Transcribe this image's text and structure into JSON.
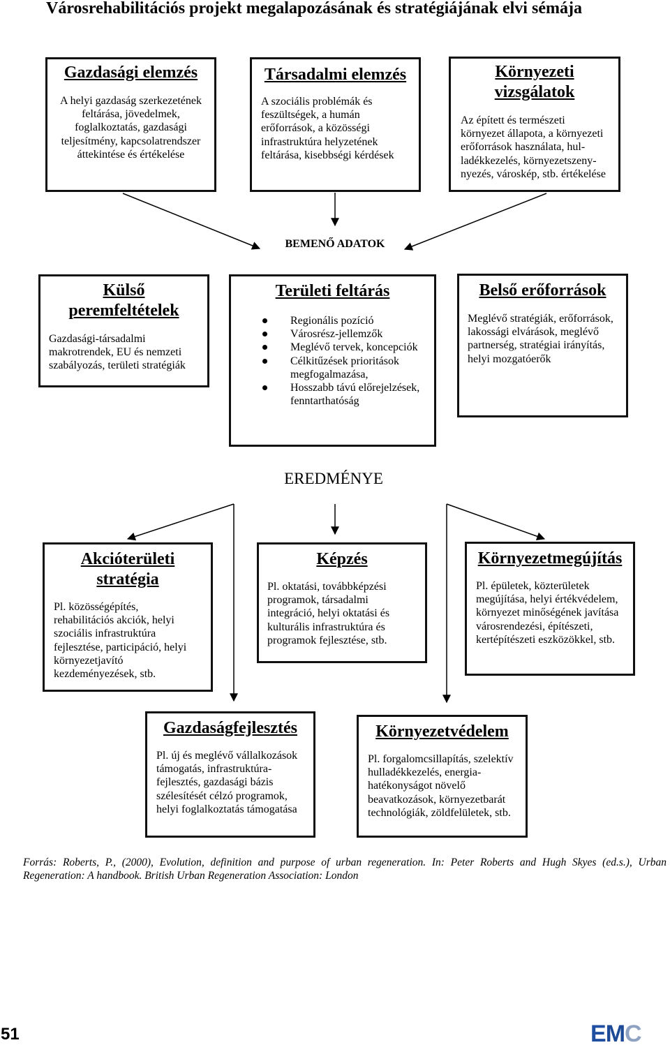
{
  "document": {
    "title": "Városrehabilitációs projekt megalapozásának és stratégiájának elvi sémája",
    "page_number": "51",
    "logo": {
      "letters": [
        "E",
        "M",
        "C"
      ],
      "colors": [
        "#1f4fa0",
        "#1d4a97",
        "#8fa2c2"
      ]
    }
  },
  "diagram": {
    "analyses": [
      {
        "title_lines": [
          "Gazdasági elemzés"
        ],
        "lines": [
          "A helyi gazdaság szerkezetének",
          "feltárása, jövedelmek,",
          "foglalkoztatás, gazdasági",
          "teljesítmény, kapcsolatrendszer",
          "áttekintése és értékelése"
        ]
      },
      {
        "title_lines": [
          "Társadalmi elemzés"
        ],
        "lines": [
          "A szociális problémák és",
          "feszültségek, a humán",
          "erőforrások, a közösségi",
          "infrastruktúra helyzetének",
          "feltárása, kisebbségi kérdések"
        ]
      },
      {
        "title_lines": [
          "Környezeti",
          "vizsgálatok"
        ],
        "lines": [
          "Az épített és természeti",
          "környezet állapota, a környezeti",
          "erőforrások használata, hul-",
          "ladékkezelés, környezetszeny-",
          "nyezés, városkép, stb. értékelése"
        ]
      }
    ],
    "input_label": "BEMENŐ ADATOK",
    "inputs": [
      {
        "title_lines": [
          "Külső",
          "peremfeltételek"
        ],
        "lines": [
          "Gazdasági-társadalmi",
          "makrotrendek, EU és nemzeti",
          "szabályozás, területi stratégiák"
        ]
      },
      {
        "title_lines": [
          "Területi feltárás"
        ],
        "bullets": [
          {
            "lines": [
              "Regionális pozíció"
            ]
          },
          {
            "lines": [
              "Városrész-jellemzők"
            ]
          },
          {
            "lines": [
              "Meglévő tervek, koncepciók"
            ]
          },
          {
            "lines": [
              "Célkitűzések prioritások",
              "megfogalmazása,"
            ]
          },
          {
            "lines": [
              "Hosszabb távú előrejelzések,",
              "fenntarthatóság"
            ]
          }
        ]
      },
      {
        "title_lines": [
          "Belső erőforrások"
        ],
        "lines": [
          "Meglévő stratégiák, erőforrások,",
          "lakossági elvárások, meglévő",
          "partnerség, stratégiai irányítás,",
          "helyi mozgatóerők"
        ]
      }
    ],
    "result_label": "EREDMÉNYE",
    "results": [
      {
        "title_lines": [
          "Akcióterületi",
          "stratégia"
        ],
        "lines": [
          "Pl. közösségépítés,",
          "rehabilitációs akciók, helyi",
          "szociális infrastruktúra",
          "fejlesztése, participáció, helyi",
          "környezetjavító",
          "kezdeményezések, stb."
        ]
      },
      {
        "title_lines": [
          "Képzés"
        ],
        "lines": [
          "Pl. oktatási, továbbképzési",
          "programok, társadalmi",
          "integráció, helyi oktatási és",
          "kulturális infrastruktúra és",
          "programok fejlesztése, stb."
        ]
      },
      {
        "title_lines": [
          "Környezetmegújítás"
        ],
        "lines": [
          "Pl. épületek, közterületek",
          "megújítása, helyi értékvédelem,",
          "környezet minőségének javítása",
          "városrendezési, építészeti,",
          "kertépítészeti eszközökkel, stb."
        ]
      },
      {
        "title_lines": [
          "Gazdaságfejlesztés"
        ],
        "lines": [
          "Pl. új és meglévő vállalkozások",
          "támogatás, infrastruktúra-",
          "fejlesztés, gazdasági bázis",
          "szélesítését célzó programok,",
          "helyi foglalkoztatás támogatása"
        ]
      },
      {
        "title_lines": [
          "Környezetvédelem"
        ],
        "lines": [
          "Pl. forgalomcsillapítás, szelektív",
          "hulladékkezelés, energia-",
          "hatékonyságot növelő",
          "beavatkozások, környezetbarát",
          "technológiák, zöldfelületek, stb."
        ]
      }
    ]
  },
  "source": {
    "lines": [
      "Forrás: Roberts, P., (2000), Evolution, definition and purpose of urban regeneration. In: Peter Roberts and Hugh Skyes (ed.s.), Urban",
      "Regeneration: A handbook. British Urban Regeneration Association: London"
    ]
  }
}
